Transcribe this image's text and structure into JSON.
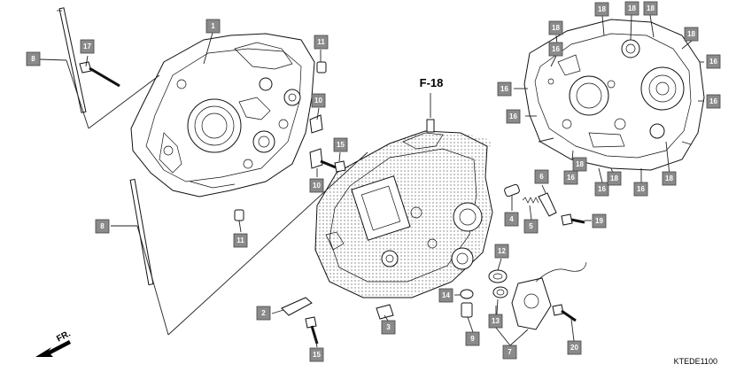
{
  "diagram": {
    "reference_label": "F-18",
    "direction_label": "FR.",
    "drawing_code": "KTEDE1100"
  },
  "callouts": [
    {
      "id": "c1",
      "text": "1"
    },
    {
      "id": "c2",
      "text": "2"
    },
    {
      "id": "c3",
      "text": "3"
    },
    {
      "id": "c4",
      "text": "4"
    },
    {
      "id": "c5",
      "text": "5"
    },
    {
      "id": "c6",
      "text": "6"
    },
    {
      "id": "c7",
      "text": "7"
    },
    {
      "id": "c8a",
      "text": "8"
    },
    {
      "id": "c8b",
      "text": "8"
    },
    {
      "id": "c9",
      "text": "9"
    },
    {
      "id": "c10a",
      "text": "10"
    },
    {
      "id": "c10b",
      "text": "10"
    },
    {
      "id": "c11a",
      "text": "11"
    },
    {
      "id": "c11b",
      "text": "11"
    },
    {
      "id": "c12",
      "text": "12"
    },
    {
      "id": "c13",
      "text": "13"
    },
    {
      "id": "c14",
      "text": "14"
    },
    {
      "id": "c15a",
      "text": "15"
    },
    {
      "id": "c15b",
      "text": "15"
    },
    {
      "id": "c16a",
      "text": "16"
    },
    {
      "id": "c16b",
      "text": "16"
    },
    {
      "id": "c16c",
      "text": "16"
    },
    {
      "id": "c16d",
      "text": "16"
    },
    {
      "id": "c16e",
      "text": "16"
    },
    {
      "id": "c16f",
      "text": "16"
    },
    {
      "id": "c16g",
      "text": "16"
    },
    {
      "id": "c16h",
      "text": "16"
    },
    {
      "id": "c17",
      "text": "17"
    },
    {
      "id": "c18a",
      "text": "18"
    },
    {
      "id": "c18b",
      "text": "18"
    },
    {
      "id": "c18c",
      "text": "18"
    },
    {
      "id": "c18d",
      "text": "18"
    },
    {
      "id": "c18e",
      "text": "18"
    },
    {
      "id": "c18f",
      "text": "18"
    },
    {
      "id": "c18g",
      "text": "18"
    },
    {
      "id": "c18h",
      "text": "18"
    },
    {
      "id": "c19",
      "text": "19"
    },
    {
      "id": "c20",
      "text": "20"
    }
  ]
}
